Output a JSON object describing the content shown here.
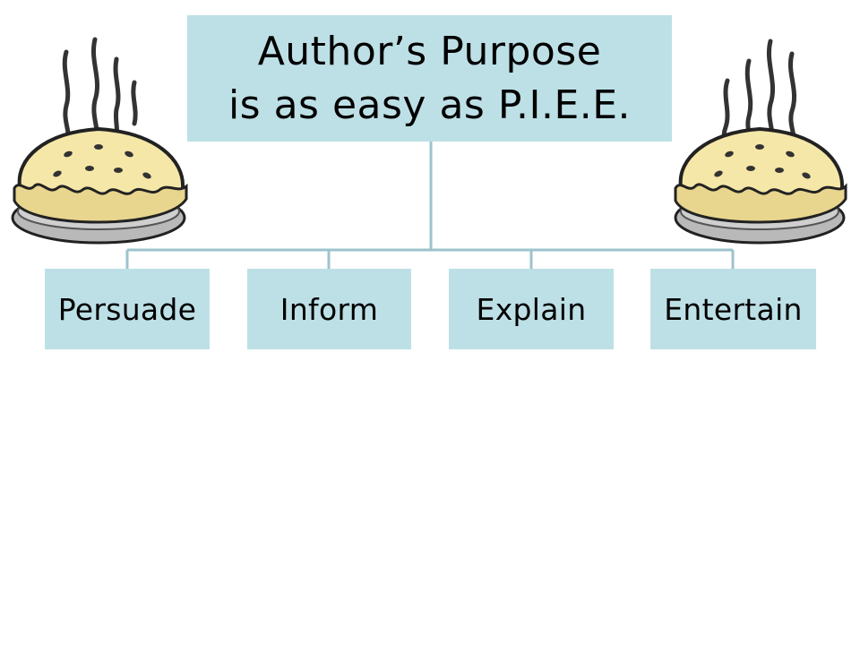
{
  "title": {
    "line1": "Author’s Purpose",
    "line2": "is as easy as P.I.E.E."
  },
  "branches": [
    {
      "label": "Persuade"
    },
    {
      "label": "Inform"
    },
    {
      "label": "Explain"
    },
    {
      "label": "Entertain"
    }
  ],
  "colors": {
    "box_fill": "#bde0e6",
    "connector": "#9cc3cc",
    "pie_crust": "#f5e7a8",
    "pie_crust_shade": "#e8d58e",
    "pie_pan": "#b9b9b9",
    "pie_outline": "#222222"
  },
  "icons": [
    "steaming-pie-icon",
    "steaming-pie-icon"
  ]
}
